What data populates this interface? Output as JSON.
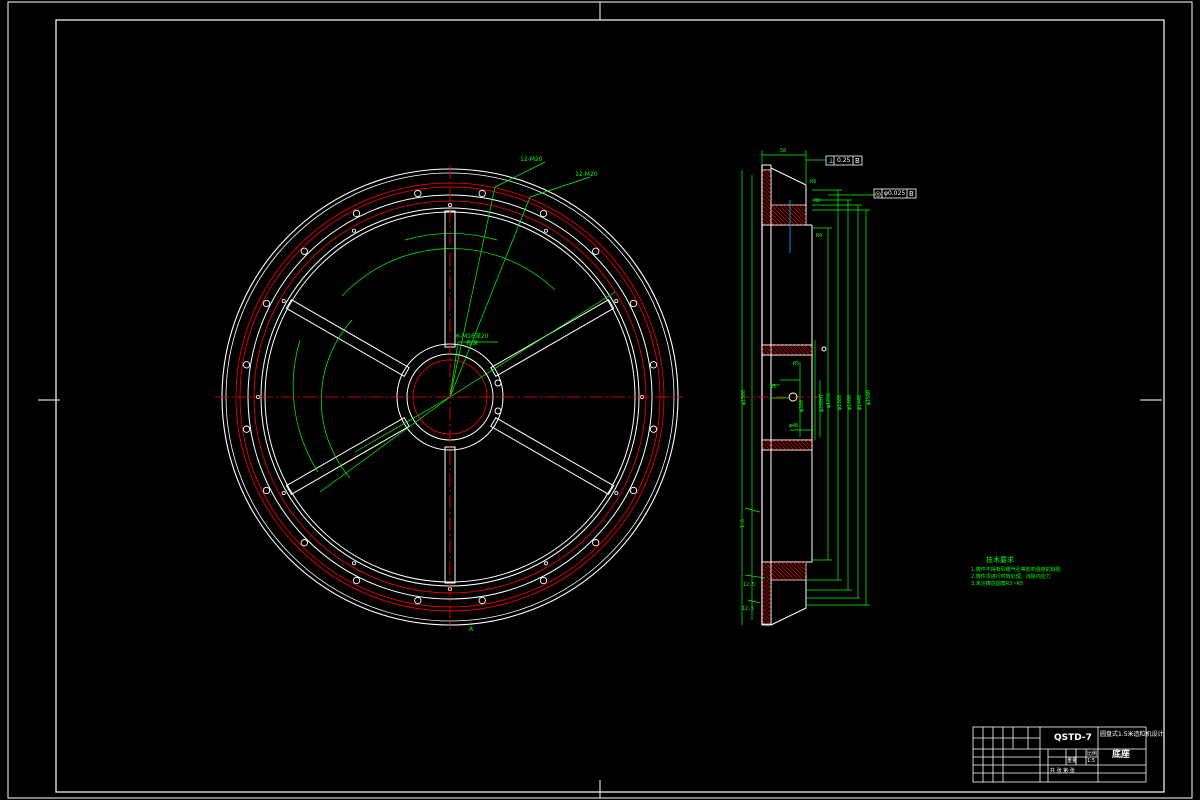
{
  "drawing": {
    "colors": {
      "background": "#000000",
      "outline": "#ffffff",
      "centerline": "#ff0000",
      "dimension": "#00ff00",
      "hatch": "#ff0000",
      "leader": "#00b0ff"
    },
    "title_block": {
      "drawing_number": "QSTD-7",
      "part_name": "底座",
      "project_title": "圆盘式1.5米造粒机设计",
      "scale": "1:5",
      "weight_label": "重量",
      "scale_label": "比例",
      "sheet_label": "共 张 第 张"
    },
    "tech_notes": {
      "heading": "技术要求",
      "lines": [
        "1.铸件不得有砂眼气孔等影响强度的缺陷",
        "2.铸件须进行时效处理，消除内应力",
        "3.未注铸造圆角R3~R5"
      ]
    },
    "tolerance_frames": [
      {
        "symbol": "⊥",
        "value": "0.25",
        "datum": "B"
      },
      {
        "symbol": "◎",
        "value": "φ0.025",
        "datum": "B"
      }
    ],
    "labels": {
      "view_mark": "A",
      "hole_callout": "6-M16深20",
      "hole_callout2": "孔深",
      "thread_callout": "12-M20",
      "thread_callout2": "12-M20"
    }
  }
}
